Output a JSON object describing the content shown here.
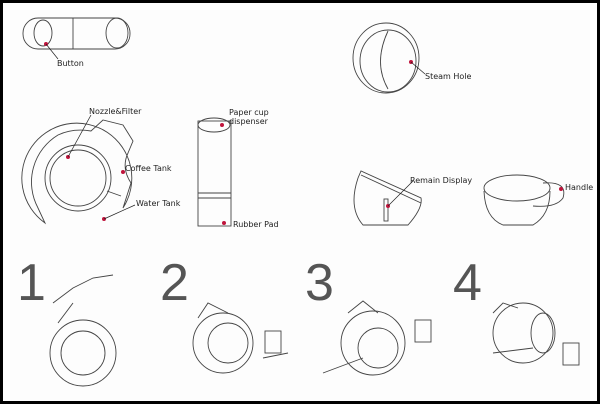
{
  "labels": {
    "button": "Button",
    "nozzle_filter": "Nozzle&Filter",
    "coffee_tank": "Coffee Tank",
    "water_tank": "Water Tank",
    "paper_cup": "Paper cup dispenser",
    "rubber_pad": "Rubber Pad",
    "steam_hole": "Steam Hole",
    "remain_display": "Remain Display",
    "handle": "Handle"
  },
  "steps": [
    "1",
    "2",
    "3",
    "4"
  ],
  "colors": {
    "marker": "#c0143c",
    "line": "#444444",
    "step": "#555555"
  }
}
